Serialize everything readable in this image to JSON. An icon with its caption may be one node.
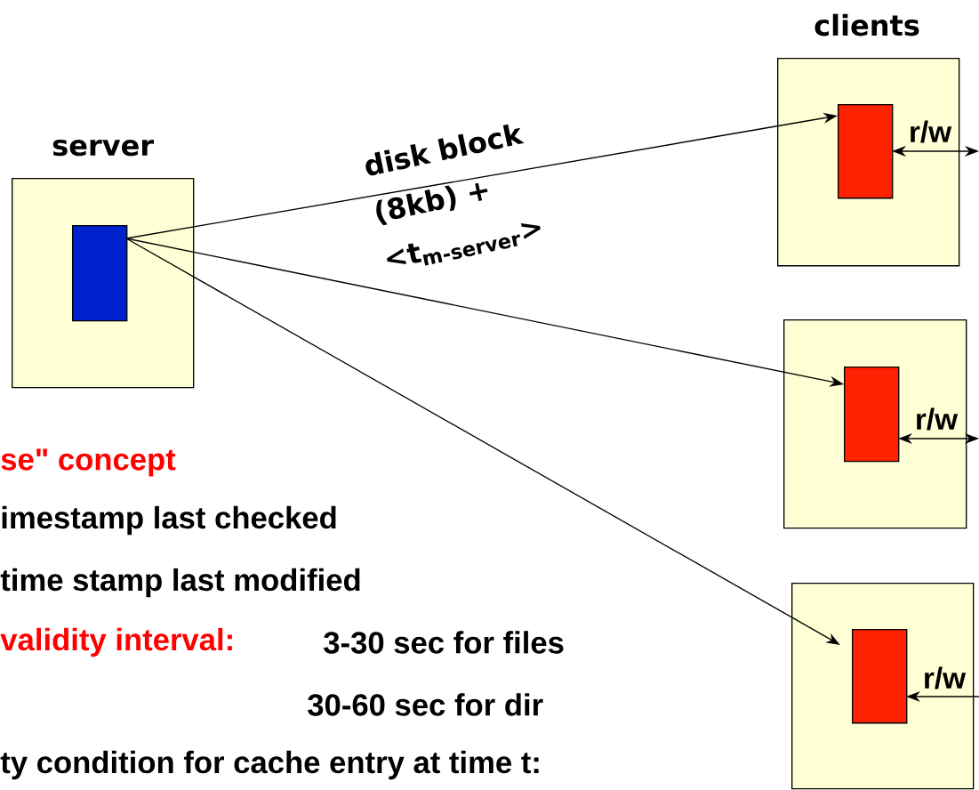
{
  "diagram": {
    "nodes": [
      {
        "text": [
          "server"
        ]
      },
      {
        "text": [],
        "shape": "box",
        "in": 0
      },
      {
        "text": [],
        "shape": "box"
      },
      {
        "text": [],
        "shape": "box",
        "in": 2
      },
      {
        "text": [],
        "shape": "box"
      },
      {
        "text": [],
        "shape": "box",
        "in": 4
      },
      {
        "text": [],
        "shape": "box"
      },
      {
        "text": [],
        "shape": "box",
        "in": 6
      }
    ],
    "edges": [
      {
        "from": 1,
        "to": 3,
        "arrow": "to",
        "label": "disk block (8kb) + <t$_{m-server}$>"
      },
      {
        "from": 1,
        "to": 5,
        "arrow": "to"
      },
      {
        "from": 1,
        "to": 7,
        "arrow": "to"
      },
      {
        "from": 3,
        "to": null,
        "arrow": "both",
        "label": "r/w"
      },
      {
        "from": 5,
        "to": null,
        "arrow": "both",
        "label": "r/w"
      },
      {
        "from": null,
        "to": 7,
        "arrow": "to",
        "label": "r/w"
      }
    ],
    "labels": [
      "clients",
      "se\" concept",
      "imestamp last checked",
      "time stamp last modified",
      "validity interval:",
      "3-30 sec for files",
      "30-60 sec for dir",
      "ty condition for cache entry at time t:"
    ]
  }
}
